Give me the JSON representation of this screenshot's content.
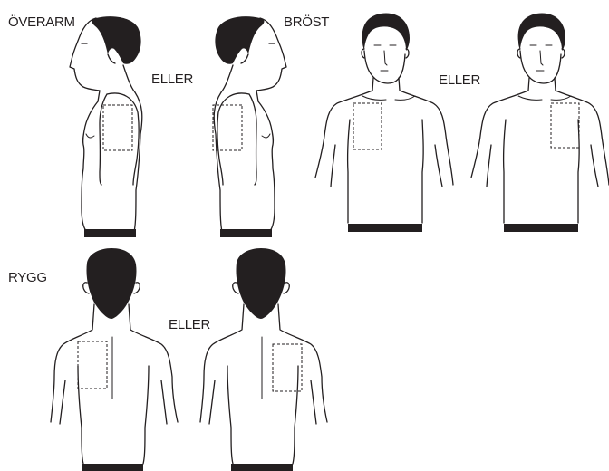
{
  "sections": {
    "upper_arm": {
      "title": "ÖVERARM",
      "or": "ELLER"
    },
    "chest": {
      "title": "BRÖST",
      "or": "ELLER"
    },
    "back": {
      "title": "RYGG",
      "or": "ELLER"
    }
  },
  "colors": {
    "ink": "#231f20",
    "background": "#ffffff"
  },
  "figures": [
    {
      "view": "side-right",
      "patch": "upper-arm"
    },
    {
      "view": "side-left",
      "patch": "upper-arm"
    },
    {
      "view": "front",
      "patch": "right-chest"
    },
    {
      "view": "front",
      "patch": "left-chest"
    },
    {
      "view": "back",
      "patch": "left-upper-back"
    },
    {
      "view": "back",
      "patch": "right-upper-back"
    }
  ]
}
